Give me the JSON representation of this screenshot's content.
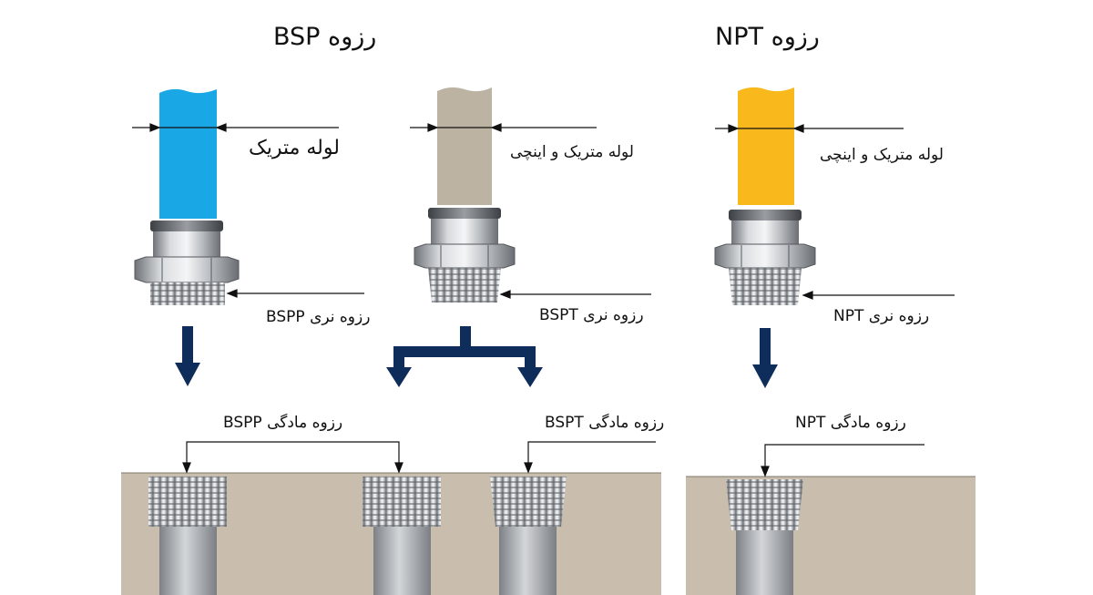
{
  "titles": {
    "bsp": "رزوه BSP",
    "npt": "رزوه NPT"
  },
  "labels": {
    "pipe_metric": "لوله متریک",
    "pipe_metric_inch_1": "لوله متریک و اینچی",
    "pipe_metric_inch_2": "لوله متریک و اینچی",
    "male_bspp": "رزوه نری BSPP",
    "male_bspt": "رزوه نری BSPT",
    "male_npt": "رزوه نری NPT",
    "female_bspp": "رزوه مادگی BSPP",
    "female_bspt": "رزوه مادگی BSPT",
    "female_npt": "رزوه مادگی NPT"
  },
  "colors": {
    "pipe_blue": "#1aa7e6",
    "pipe_gray": "#bdb3a3",
    "pipe_yellow": "#f9b91c",
    "arrow_navy": "#0f2d5a",
    "body_tan": "#c9beae",
    "metal": "#a8acb1"
  },
  "icons": {
    "down_arrow": "down-arrow-icon",
    "split_arrow": "split-arrow-icon"
  }
}
